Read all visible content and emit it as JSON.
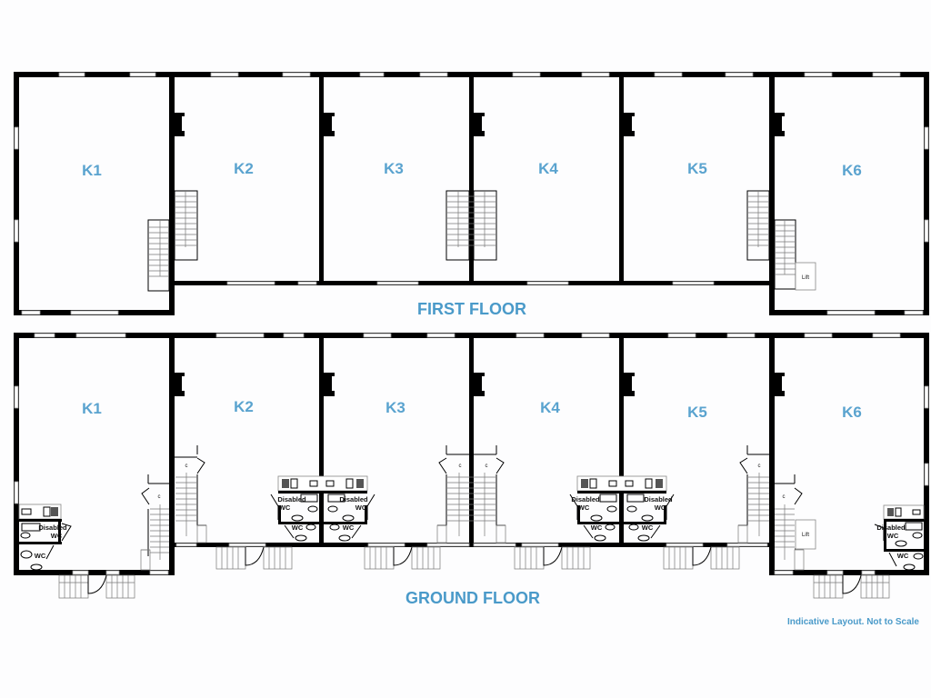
{
  "floors": {
    "first": {
      "label": "FIRST FLOOR",
      "units": [
        {
          "id": "K1",
          "label": "K1"
        },
        {
          "id": "K2",
          "label": "K2"
        },
        {
          "id": "K3",
          "label": "K3"
        },
        {
          "id": "K4",
          "label": "K4"
        },
        {
          "id": "K5",
          "label": "K5"
        },
        {
          "id": "K6",
          "label": "K6"
        }
      ],
      "lift_label": "Lift"
    },
    "ground": {
      "label": "GROUND FLOOR",
      "units": [
        {
          "id": "K1",
          "label": "K1"
        },
        {
          "id": "K2",
          "label": "K2"
        },
        {
          "id": "K3",
          "label": "K3"
        },
        {
          "id": "K4",
          "label": "K4"
        },
        {
          "id": "K5",
          "label": "K5"
        },
        {
          "id": "K6",
          "label": "K6"
        }
      ],
      "lift_label": "Lift",
      "disabled_wc_label_line1": "Disabled",
      "disabled_wc_label_line2": "WC",
      "wc_label": "WC",
      "cupboard_label": "c"
    }
  },
  "footnote": "Indicative Layout. Not to Scale",
  "colors": {
    "label_blue": "#5aa3cf",
    "wall": "#000000",
    "window": "#9a9a9a",
    "background": "#fdfdfe"
  }
}
